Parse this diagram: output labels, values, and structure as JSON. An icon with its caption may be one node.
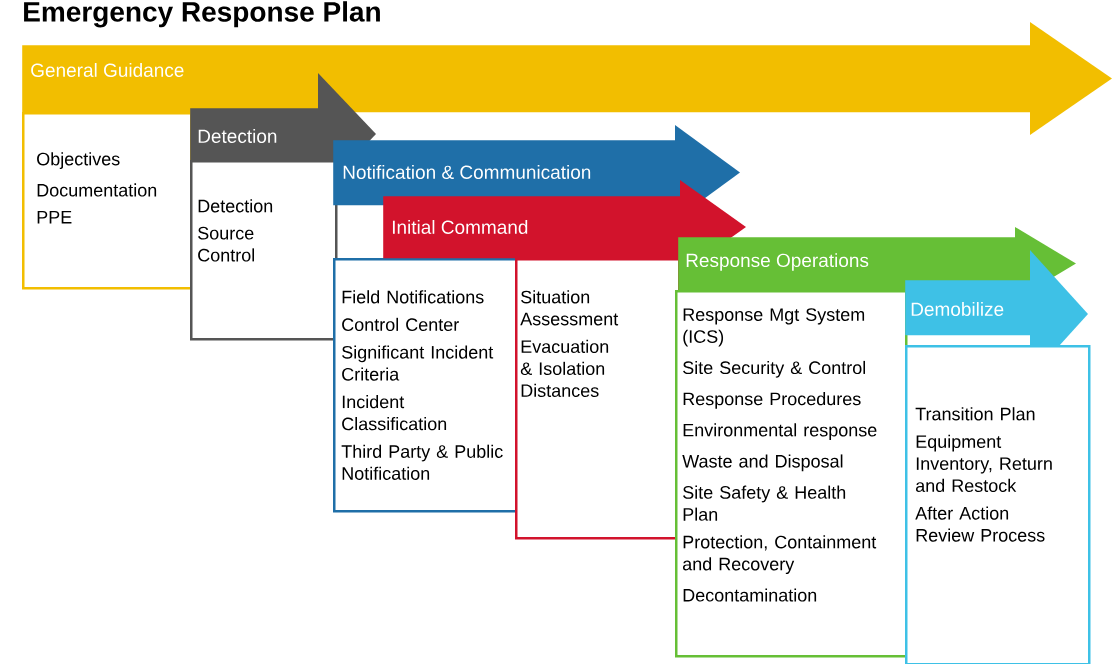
{
  "diagram": {
    "title": "Emergency Response Plan",
    "nodes": [
      {
        "text": [
          "General Guidance"
        ]
      },
      {
        "text": [
          "Objectives",
          "Documentation",
          "PPE"
        ]
      },
      {
        "text": [
          "Detection"
        ]
      },
      {
        "text": [
          "Detection",
          "Source Control"
        ]
      },
      {
        "text": [
          "Notification & Communication"
        ]
      },
      {
        "text": [
          "Field Notifications",
          "Control Center",
          "Significant Incident Criteria",
          "Incident Classification",
          "Third Party & Public Notification"
        ]
      },
      {
        "text": [
          "Initial Command"
        ]
      },
      {
        "text": [
          "Situation Assessment",
          "Evacuation & Isolation Distances"
        ]
      },
      {
        "text": [
          "Response Operations"
        ]
      },
      {
        "text": [
          "Response Mgt System (ICS)",
          "Site Security & Control",
          "Response Procedures",
          "Environmental response",
          "Waste and Disposal",
          "Site Safety & Health Plan",
          "Protection, Containment and Recovery",
          "Decontamination"
        ]
      },
      {
        "text": [
          "Demobilize"
        ]
      },
      {
        "text": [
          "Transition Plan",
          "Equipment Inventory, Return and Restock",
          "After Action Review Process"
        ]
      }
    ]
  }
}
